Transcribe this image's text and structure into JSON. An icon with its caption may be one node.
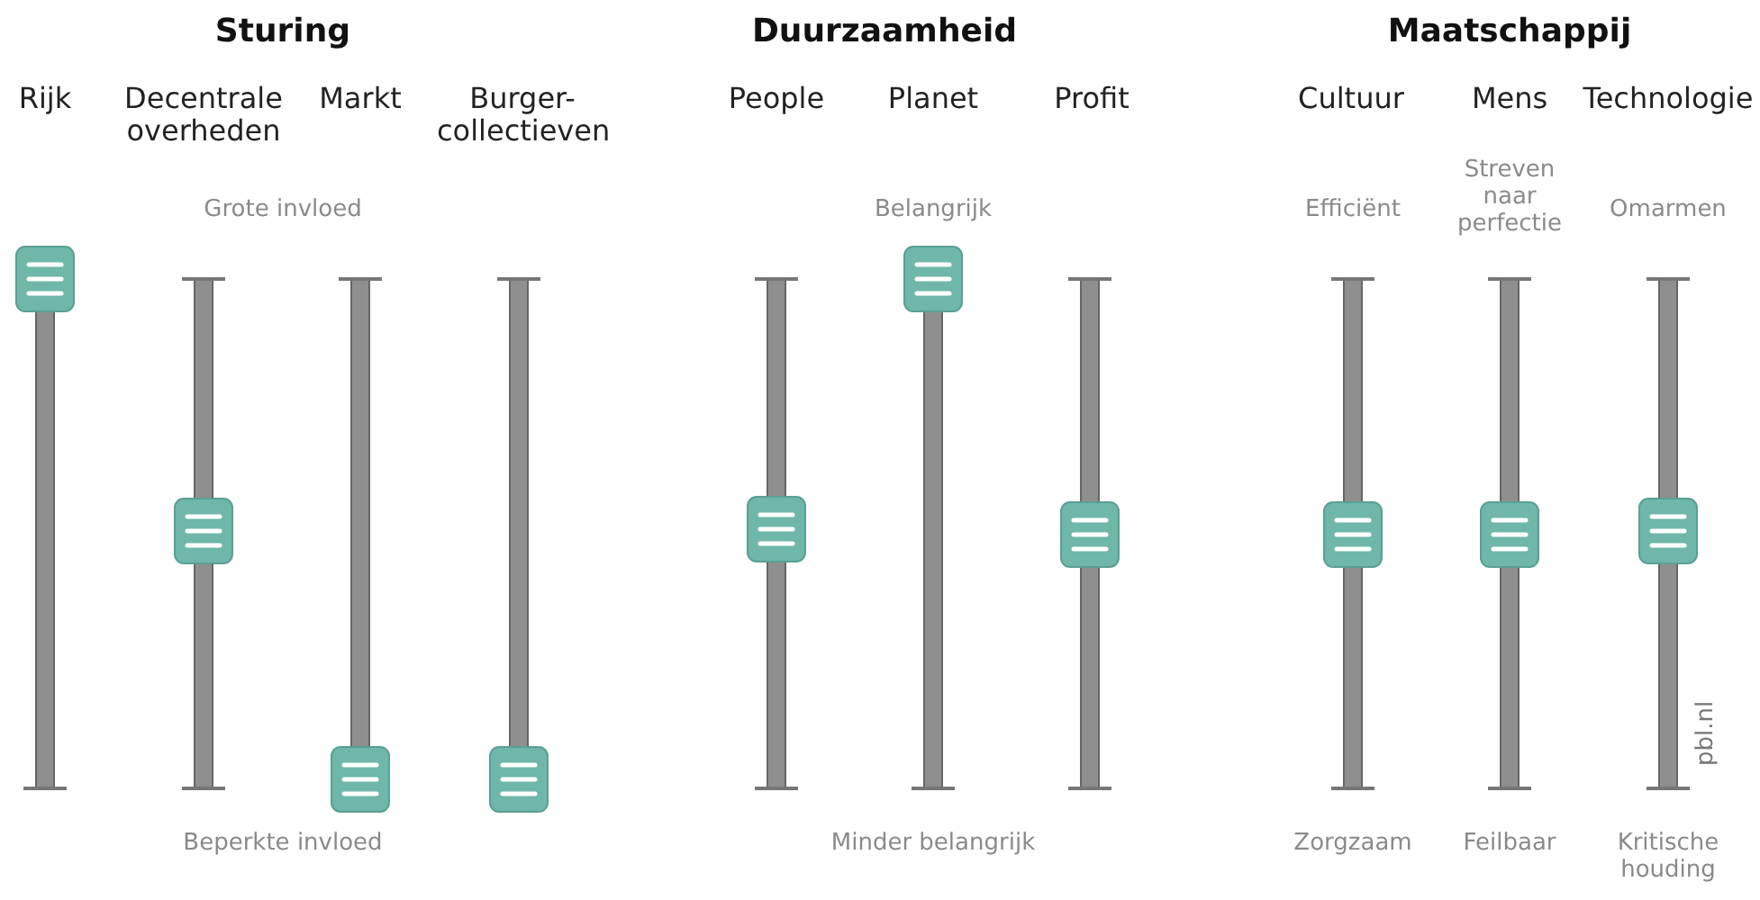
{
  "diagram": {
    "labels": [
      "Sturing",
      "Duurzaamheid",
      "Maatschappij",
      "Rijk",
      "Decentrale overheden",
      "Markt",
      "Burger- collectieven",
      "People",
      "Planet",
      "Profit",
      "Cultuur",
      "Mens",
      "Technologie",
      "Grote invloed",
      "Belangrijk",
      "Efficiënt",
      "Streven naar perfectie",
      "Omarmen",
      "Beperkte invloed",
      "Minder belangrijk",
      "Zorgzaam",
      "Feilbaar",
      "Kritische houding",
      "pbl.nl"
    ]
  }
}
